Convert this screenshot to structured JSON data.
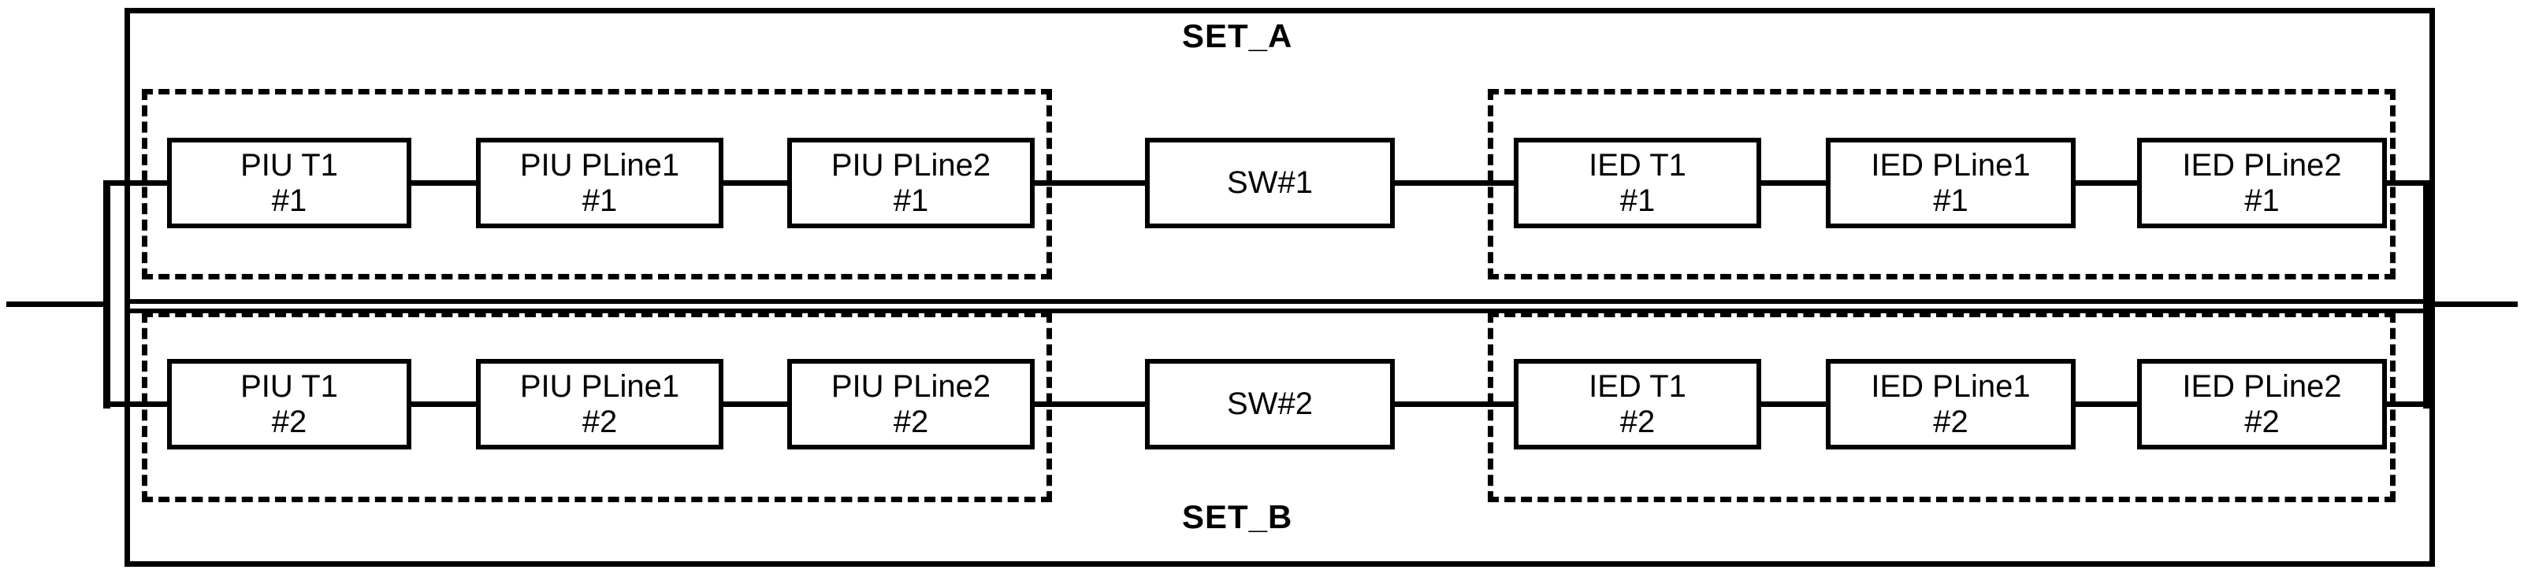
{
  "diagram": {
    "title_a": "SET_A",
    "title_b": "SET_B",
    "outer_frame_name": "system-boundary",
    "sets": [
      {
        "id": "set_a",
        "label": "SET_A",
        "row": 1,
        "suffix": "#1",
        "switch": {
          "label": "SW#1"
        },
        "left_group": {
          "name": "piu-group-1",
          "style": "dashed",
          "nodes": [
            {
              "line1": "PIU T1",
              "line2": "#1"
            },
            {
              "line1": "PIU PLine1",
              "line2": "#1"
            },
            {
              "line1": "PIU PLine2",
              "line2": "#1"
            }
          ]
        },
        "right_group": {
          "name": "ied-group-1",
          "style": "dashed",
          "nodes": [
            {
              "line1": "IED T1",
              "line2": "#1"
            },
            {
              "line1": "IED PLine1",
              "line2": "#1"
            },
            {
              "line1": "IED PLine2",
              "line2": "#1"
            }
          ]
        }
      },
      {
        "id": "set_b",
        "label": "SET_B",
        "row": 2,
        "suffix": "#2",
        "switch": {
          "label": "SW#2"
        },
        "left_group": {
          "name": "piu-group-2",
          "style": "dashed",
          "nodes": [
            {
              "line1": "PIU T1",
              "line2": "#2"
            },
            {
              "line1": "PIU PLine1",
              "line2": "#2"
            },
            {
              "line1": "PIU PLine2",
              "line2": "#2"
            }
          ]
        },
        "right_group": {
          "name": "ied-group-2",
          "style": "dashed",
          "nodes": [
            {
              "line1": "IED T1",
              "line2": "#2"
            },
            {
              "line1": "IED PLine1",
              "line2": "#2"
            },
            {
              "line1": "IED PLine2",
              "line2": "#2"
            }
          ]
        }
      }
    ],
    "colors": {
      "line": "#000000",
      "background": "#ffffff",
      "text": "#000000"
    }
  }
}
